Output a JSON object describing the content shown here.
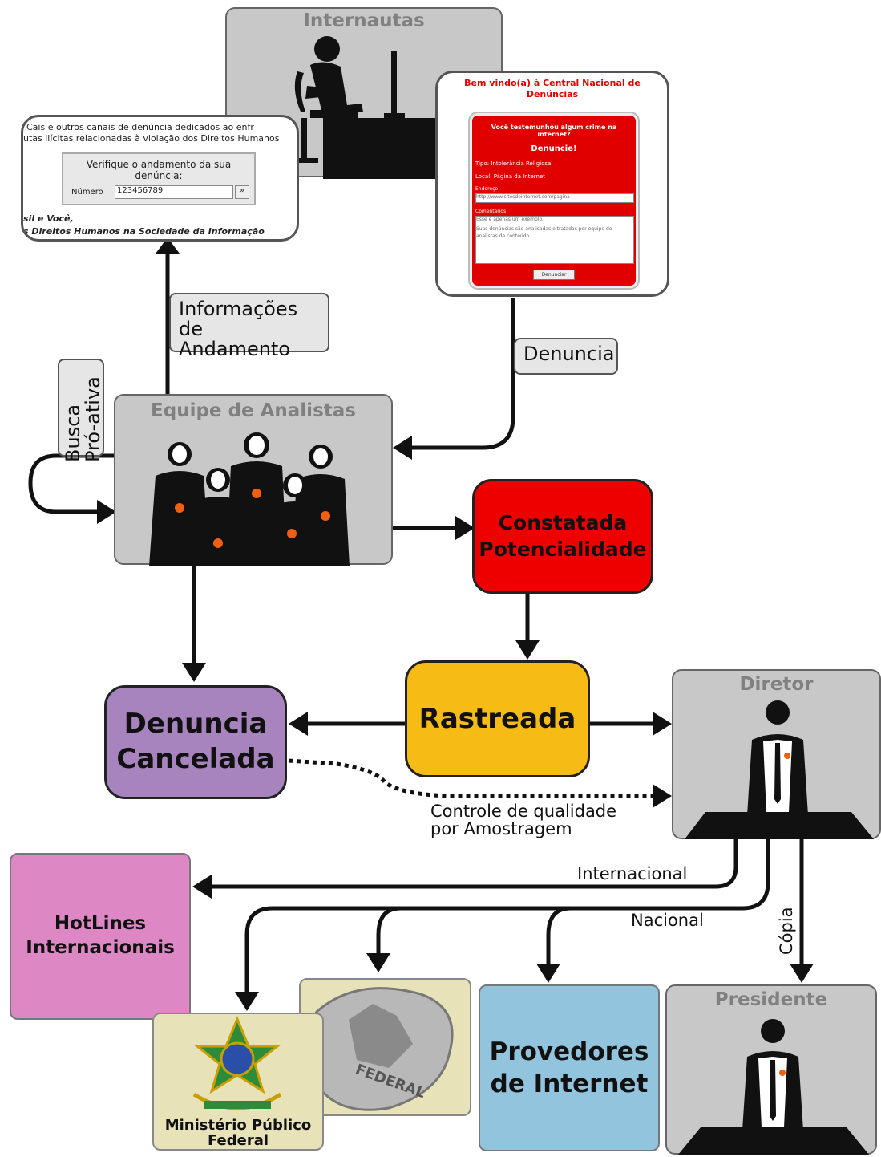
{
  "internautas": {
    "title": "Internautas"
  },
  "form_page": {
    "title": "Bem vindo(a) à Central Nacional de Denúncias",
    "question": "Você testemunhou algum crime na internet?",
    "denuncie": "Denuncie!",
    "tipo": "Tipo: Intolerância Religiosa",
    "local": "Local: Página da Internet",
    "endereco_label": "Endereço",
    "endereco_value": "http://www.sitesdeinternet.com/pagina",
    "comentarios_label": "Comentários",
    "comentario_1": "Esse é apenas um exemplo.",
    "comentario_2": "Suas denúncias são analisadas e tratadas por equipe de analistas de conteúdo.",
    "button": "Denunciar"
  },
  "status_page": {
    "line1": "Cais e outros canais de denúncia dedicados ao enfr",
    "line2": "utas ilícitas relacionadas à violação dos Direitos Humanos",
    "panel_title": "Verifique o andamento da sua denúncia:",
    "numero_label": "Número",
    "numero_value": "123456789",
    "go": "»",
    "footer1": "sil e Você,",
    "footer2": "s Direitos Humanos na Sociedade da Informação"
  },
  "labels": {
    "informacoes": "Informações de Andamento",
    "denuncia": "Denuncia",
    "busca": "Busca Pró-ativa",
    "controle": "Controle de qualidade por Amostragem",
    "internacional": "Internacional",
    "nacional": "Nacional",
    "copia": "Cópia"
  },
  "equipe": {
    "title": "Equipe de Analistas"
  },
  "constatada": {
    "text": "Constatada Potencialidade",
    "color": "#ee0000"
  },
  "rastreada": {
    "text": "Rastreada",
    "color": "#f7bb15"
  },
  "cancelada": {
    "text": "Denuncia Cancelada",
    "color": "#a784bd"
  },
  "diretor": {
    "title": "Diretor"
  },
  "presidente": {
    "title": "Presidente"
  },
  "hotlines": {
    "text": "HotLines Internacionais",
    "color": "#dd88c4"
  },
  "mpf": {
    "text": "Ministério Público Federal",
    "color": "#e8e2b8"
  },
  "pf": {
    "text": "POLÍCIA FEDERAL",
    "color": "#e8e2b8"
  },
  "provedores": {
    "text": "Provedores de Internet",
    "color": "#92c4dd"
  }
}
